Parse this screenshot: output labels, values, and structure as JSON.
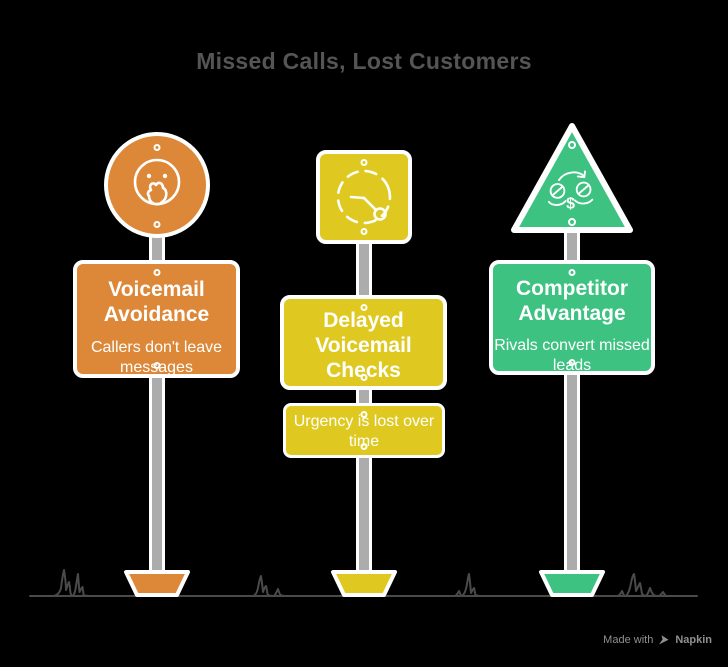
{
  "title": "Missed Calls, Lost Customers",
  "colors": {
    "background": "#000000",
    "orange": "#DD8838",
    "yellow": "#DFC920",
    "green": "#3EC281",
    "pole_gray": "#ACACAC",
    "ground_gray": "#4A4A4A",
    "title_gray": "#555555"
  },
  "signposts": [
    {
      "heading": "Voicemail Avoidance",
      "description": "Callers don't leave messages",
      "icon": "shocked-face-icon",
      "shape": "circle",
      "color": "#DD8838"
    },
    {
      "heading": "Delayed Voicemail Checks",
      "description": "Urgency is lost over time",
      "icon": "clock-icon",
      "shape": "square",
      "color": "#DFC920"
    },
    {
      "heading": "Competitor Advantage",
      "description": "Rivals convert missed leads",
      "icon": "money-transfer-icon",
      "shape": "triangle",
      "color": "#3EC281"
    }
  ],
  "icon_glyphs": {
    "dollar": "$"
  },
  "watermark": {
    "prefix": "Made with",
    "brand": "Napkin"
  }
}
